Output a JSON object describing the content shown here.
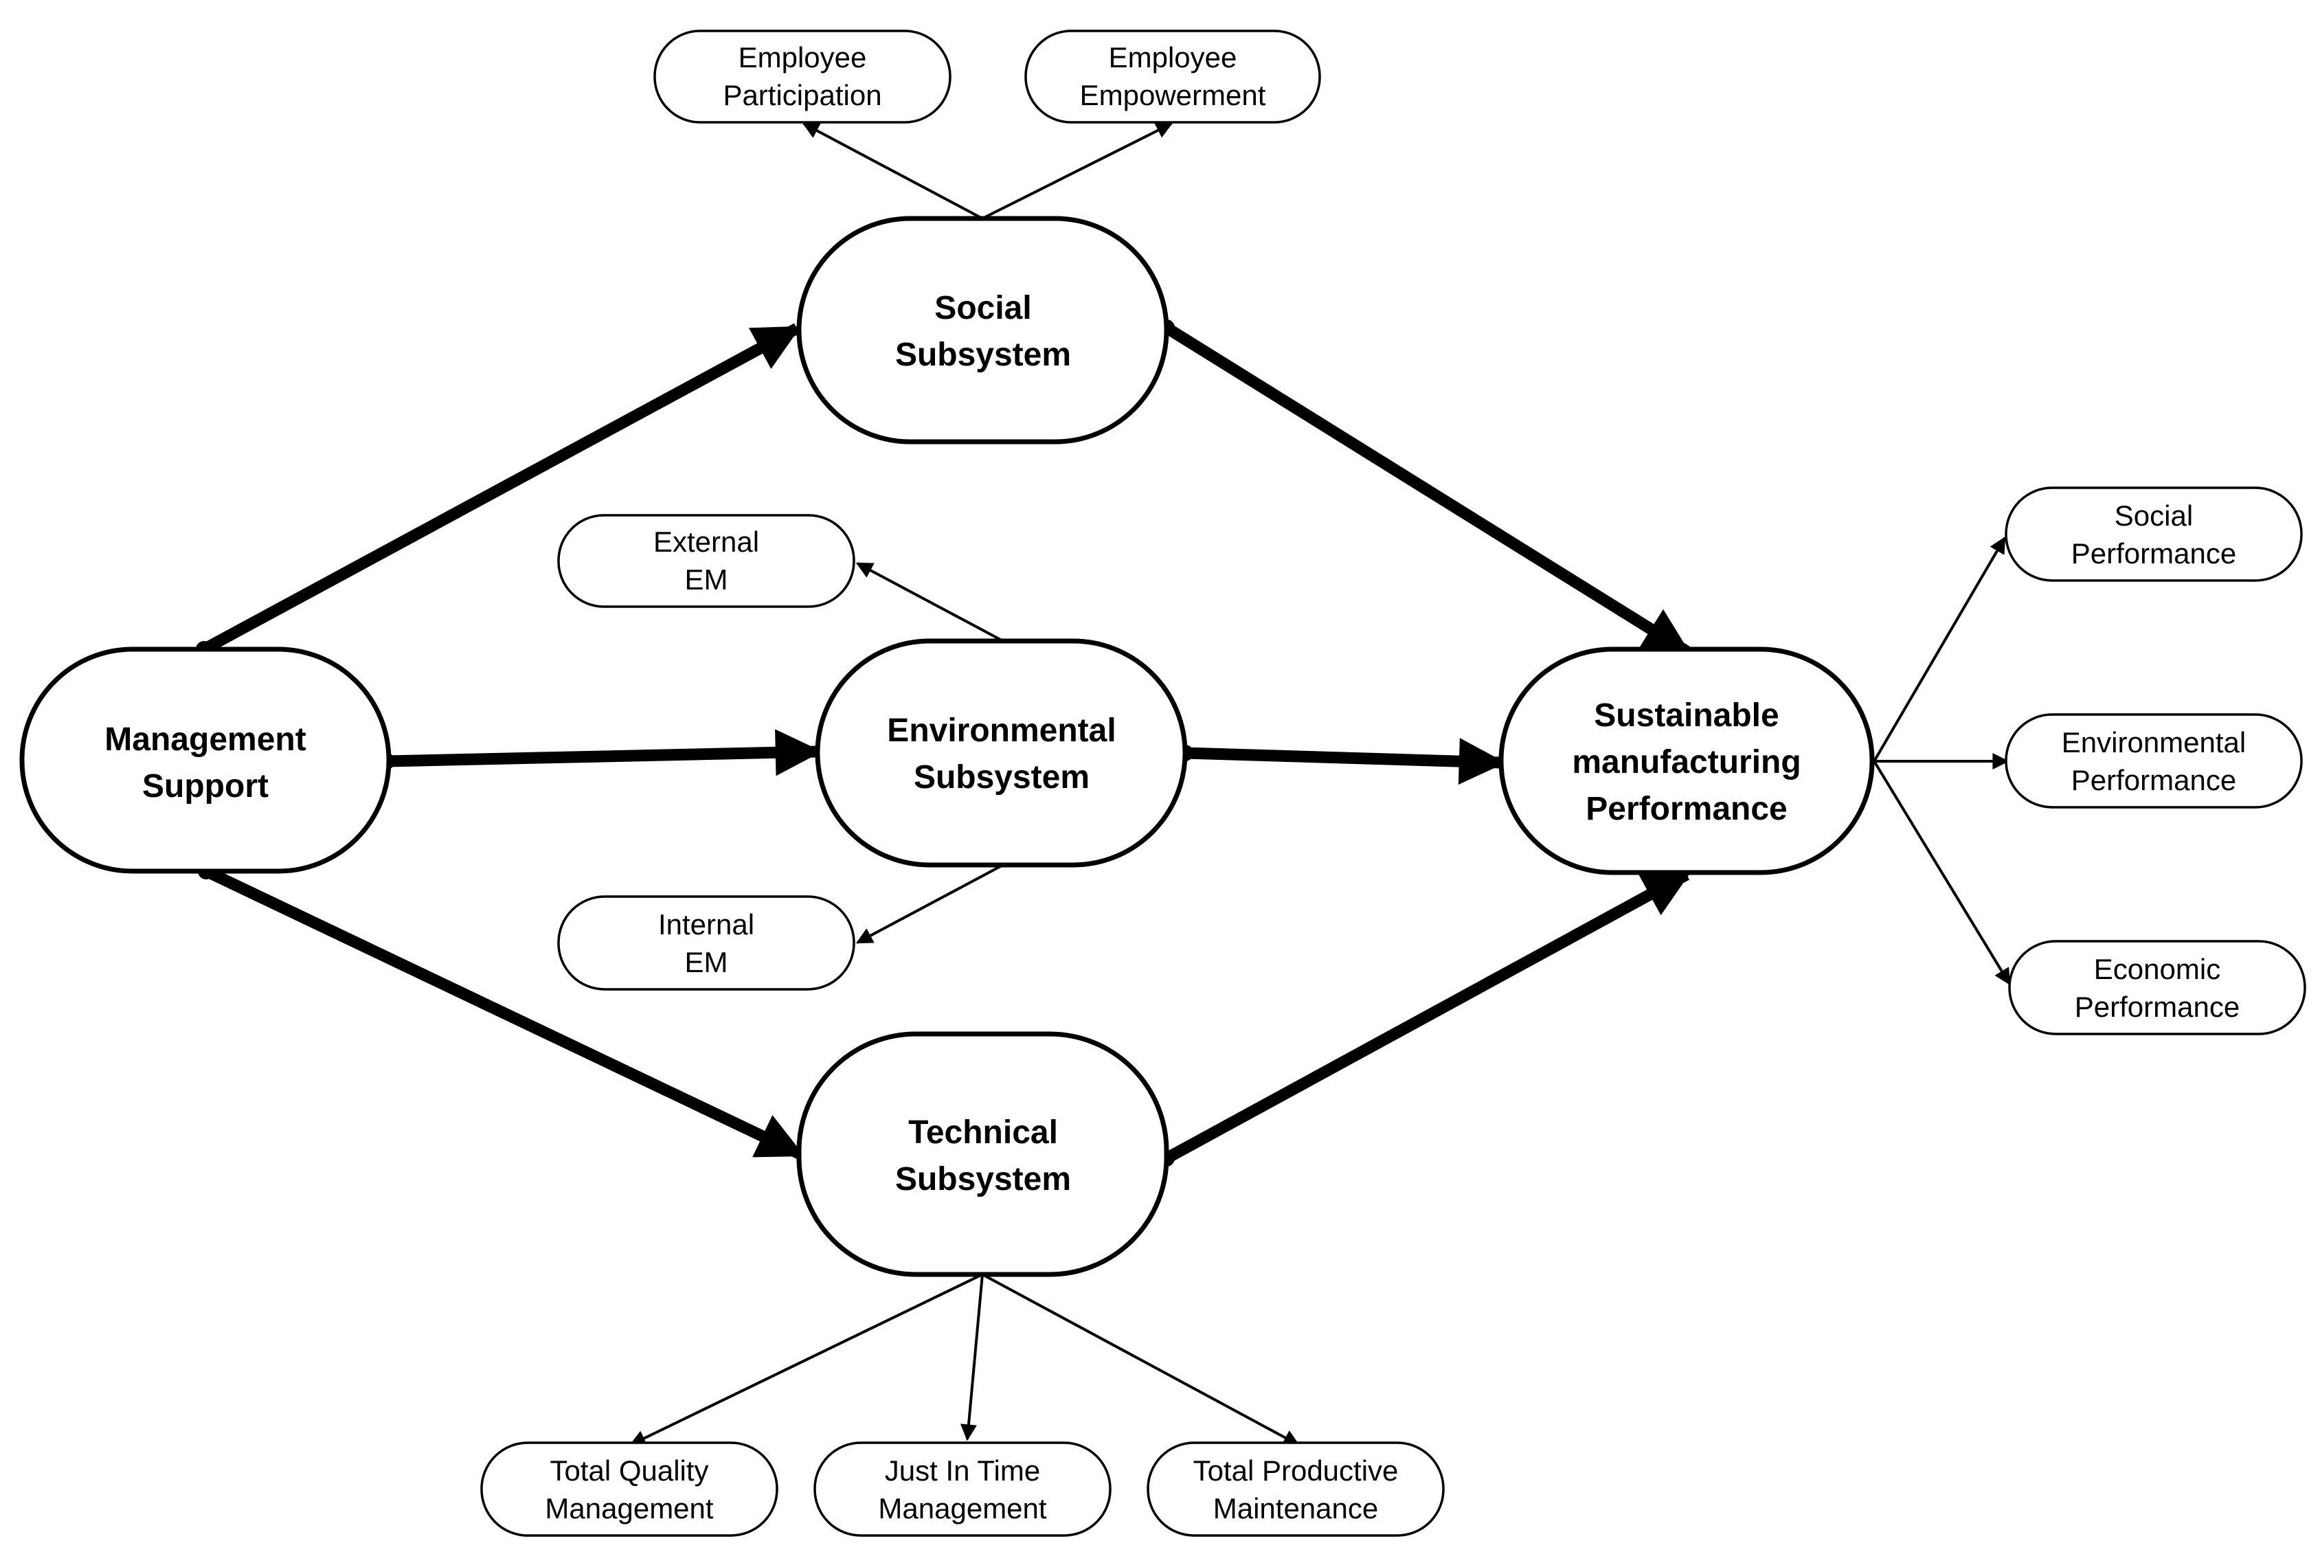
{
  "nodes": {
    "management_support": {
      "lines": [
        "Management",
        "Support"
      ]
    },
    "social_subsystem": {
      "lines": [
        "Social",
        "Subsystem"
      ]
    },
    "environmental_subsystem": {
      "lines": [
        "Environmental",
        "Subsystem"
      ]
    },
    "technical_subsystem": {
      "lines": [
        "Technical",
        "Subsystem"
      ]
    },
    "sustainable_performance": {
      "lines": [
        "Sustainable",
        "manufacturing",
        "Performance"
      ]
    },
    "employee_participation": {
      "lines": [
        "Employee",
        "Participation"
      ]
    },
    "employee_empowerment": {
      "lines": [
        "Employee",
        "Empowerment"
      ]
    },
    "external_em": {
      "lines": [
        "External",
        "EM"
      ]
    },
    "internal_em": {
      "lines": [
        "Internal",
        "EM"
      ]
    },
    "total_quality_management": {
      "lines": [
        "Total Quality",
        "Management"
      ]
    },
    "just_in_time_management": {
      "lines": [
        "Just In Time",
        "Management"
      ]
    },
    "total_productive_maintenance": {
      "lines": [
        "Total Productive",
        "Maintenance"
      ]
    },
    "social_performance": {
      "lines": [
        "Social",
        "Performance"
      ]
    },
    "environmental_performance": {
      "lines": [
        "Environmental",
        "Performance"
      ]
    },
    "economic_performance": {
      "lines": [
        "Economic",
        "Performance"
      ]
    }
  },
  "edges": [
    {
      "from": "management_support",
      "to": "social_subsystem",
      "weight": "thick"
    },
    {
      "from": "management_support",
      "to": "environmental_subsystem",
      "weight": "thick"
    },
    {
      "from": "management_support",
      "to": "technical_subsystem",
      "weight": "thick"
    },
    {
      "from": "social_subsystem",
      "to": "sustainable_performance",
      "weight": "thick"
    },
    {
      "from": "environmental_subsystem",
      "to": "sustainable_performance",
      "weight": "thick"
    },
    {
      "from": "technical_subsystem",
      "to": "sustainable_performance",
      "weight": "thick"
    },
    {
      "from": "social_subsystem",
      "to": "employee_participation",
      "weight": "thin"
    },
    {
      "from": "social_subsystem",
      "to": "employee_empowerment",
      "weight": "thin"
    },
    {
      "from": "environmental_subsystem",
      "to": "external_em",
      "weight": "thin"
    },
    {
      "from": "environmental_subsystem",
      "to": "internal_em",
      "weight": "thin"
    },
    {
      "from": "technical_subsystem",
      "to": "total_quality_management",
      "weight": "thin"
    },
    {
      "from": "technical_subsystem",
      "to": "just_in_time_management",
      "weight": "thin"
    },
    {
      "from": "technical_subsystem",
      "to": "total_productive_maintenance",
      "weight": "thin"
    },
    {
      "from": "sustainable_performance",
      "to": "social_performance",
      "weight": "thin"
    },
    {
      "from": "sustainable_performance",
      "to": "environmental_performance",
      "weight": "thin"
    },
    {
      "from": "sustainable_performance",
      "to": "economic_performance",
      "weight": "thin"
    }
  ]
}
